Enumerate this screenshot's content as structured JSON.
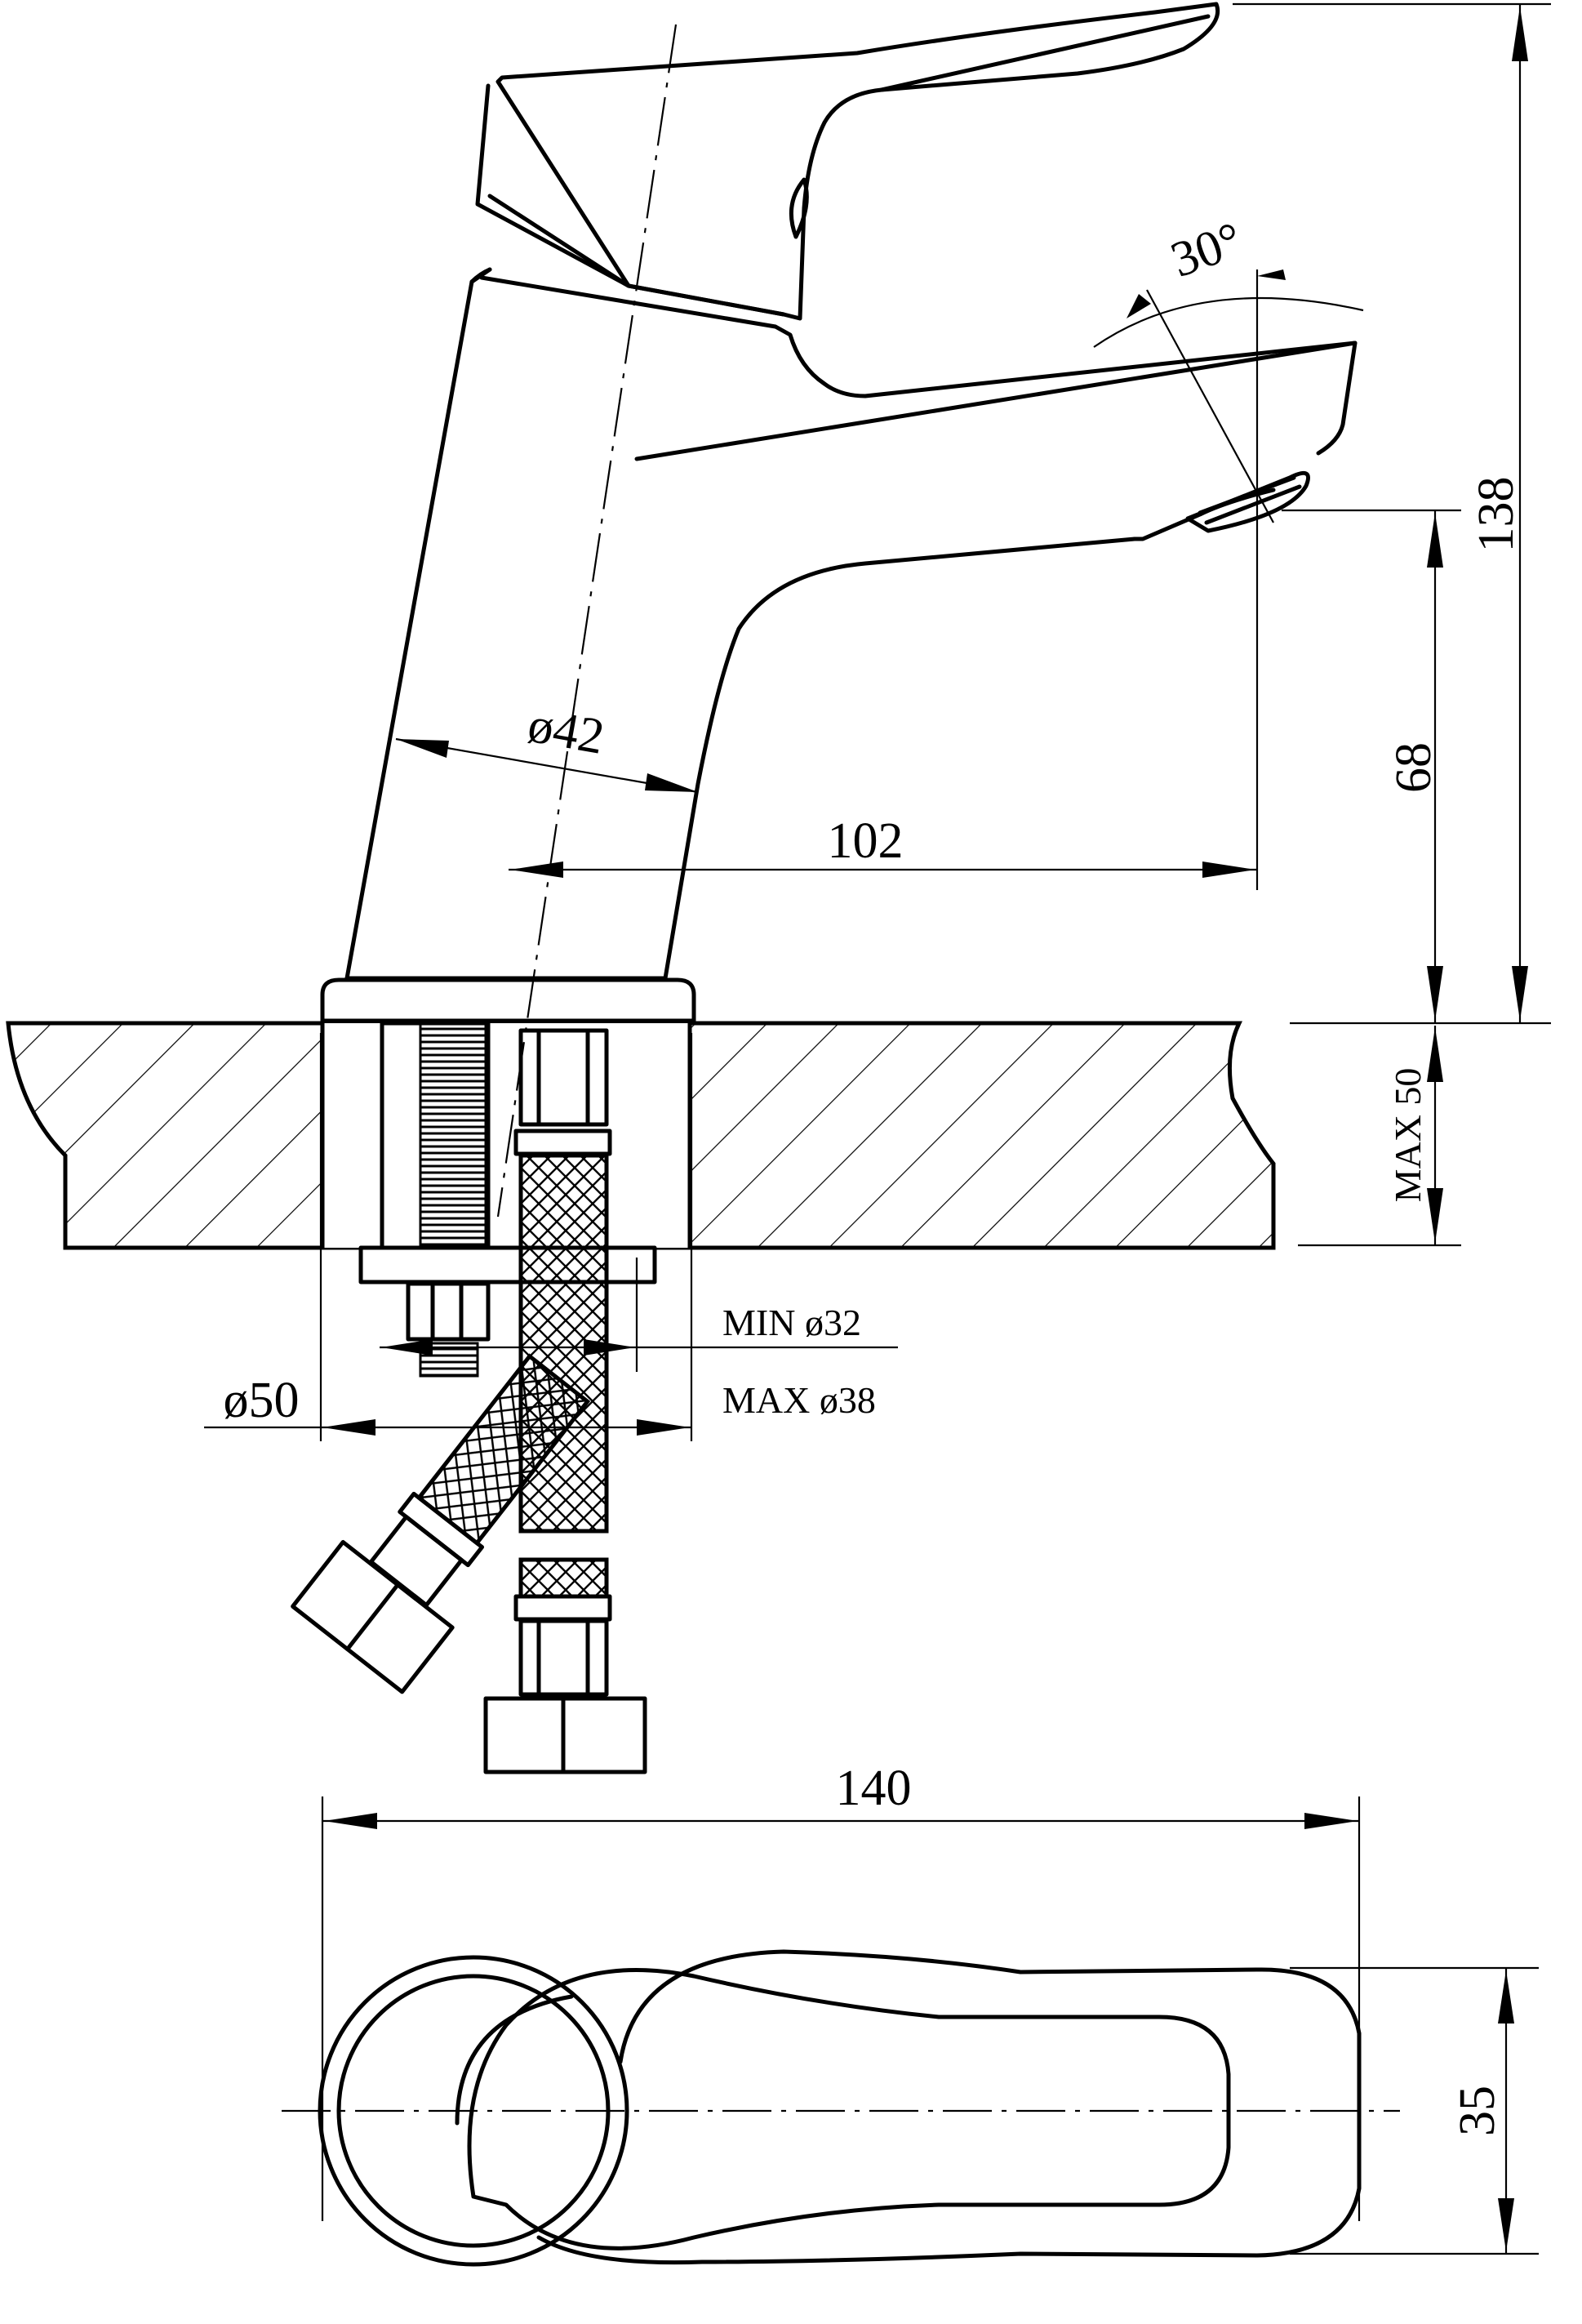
{
  "dimensions": {
    "height_total": "138",
    "spout_height": "68",
    "reach": "102",
    "body_diameter": "ø42",
    "swivel_angle": "30°",
    "countertop_max": "MAX 50",
    "base_diameter": "ø50",
    "hole_min": "MIN ø32",
    "hole_max": "MAX ø38",
    "length": "140",
    "width": "35"
  }
}
